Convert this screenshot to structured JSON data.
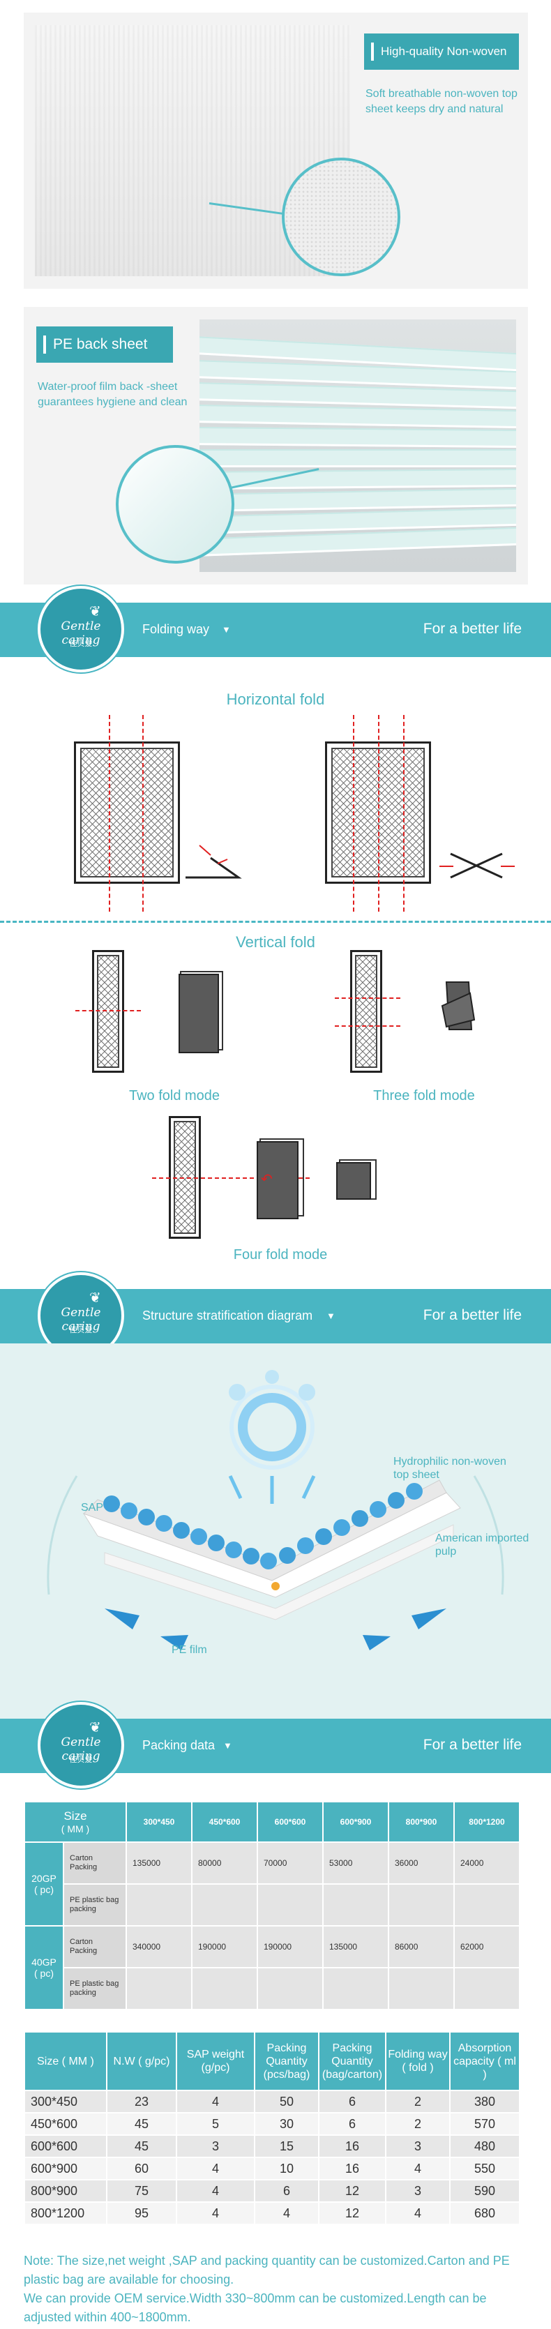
{
  "feature1": {
    "tag": "High-quality Non-woven",
    "text": "Soft breathable non-woven top sheet keeps dry and natural"
  },
  "feature2": {
    "tag": "PE back sheet",
    "text": "Water-proof film back -sheet guarantees hygiene and clean"
  },
  "brand": {
    "name": "Gentle caring",
    "chinese": "佳贝爱"
  },
  "sections": {
    "folding": {
      "title": "Folding way",
      "slogan": "For a better life"
    },
    "structure": {
      "title": "Structure stratification diagram",
      "slogan": "For a better life"
    },
    "packing": {
      "title": "Packing data",
      "slogan": "For a better life"
    }
  },
  "folding": {
    "horizontal_title": "Horizontal fold",
    "vertical_title": "Vertical fold",
    "two_fold": "Two fold mode",
    "three_fold": "Three fold mode",
    "four_fold": "Four fold mode"
  },
  "structure": {
    "top_label": "Hydrophilic non-woven top sheet",
    "sap_label": "SAP",
    "pulp_label": "American imported pulp",
    "film_label": "PE film"
  },
  "packing_table": {
    "size_header": "Size",
    "size_unit": "( MM )",
    "sizes": [
      "300*450",
      "450*600",
      "600*600",
      "600*900",
      "800*900",
      "800*1200"
    ],
    "groups": [
      {
        "name": "20GP",
        "unit": "( pc)",
        "rows": [
          {
            "label": "Carton Packing",
            "values": [
              "135000",
              "80000",
              "70000",
              "53000",
              "36000",
              "24000"
            ]
          },
          {
            "label": "PE plastic bag packing",
            "values": [
              "",
              "",
              "",
              "",
              "",
              ""
            ]
          }
        ]
      },
      {
        "name": "40GP",
        "unit": "( pc)",
        "rows": [
          {
            "label": "Carton Packing",
            "values": [
              "340000",
              "190000",
              "190000",
              "135000",
              "86000",
              "62000"
            ]
          },
          {
            "label": "PE plastic bag packing",
            "values": [
              "",
              "",
              "",
              "",
              "",
              ""
            ]
          }
        ]
      }
    ]
  },
  "spec_table": {
    "headers": [
      "Size ( MM )",
      "N.W ( g/pc)",
      "SAP weight (g/pc)",
      "Packing Quantity (pcs/bag)",
      "Packing Quantity (bag/carton)",
      "Folding way ( fold )",
      "Absorption capacity ( ml )"
    ],
    "rows": [
      [
        "300*450",
        "23",
        "4",
        "50",
        "6",
        "2",
        "380"
      ],
      [
        "450*600",
        "45",
        "5",
        "30",
        "6",
        "2",
        "570"
      ],
      [
        "600*600",
        "45",
        "3",
        "15",
        "16",
        "3",
        "480"
      ],
      [
        "600*900",
        "60",
        "4",
        "10",
        "16",
        "4",
        "550"
      ],
      [
        "800*900",
        "75",
        "4",
        "6",
        "12",
        "3",
        "590"
      ],
      [
        "800*1200",
        "95",
        "4",
        "4",
        "12",
        "4",
        "680"
      ]
    ]
  },
  "note": {
    "line1": "Note: The size,net weight ,SAP and packing quantity can be customized.Carton and PE plastic bag are available for choosing.",
    "line2": "We can provide OEM service.Width 330~800mm can be customized.Length can be adjusted within 400~1800mm."
  },
  "colors": {
    "accent": "#49b6c3",
    "accent_dark": "#3aa7b2",
    "fold_line": "#e02020",
    "structure_bg": "#e3f2f2"
  }
}
